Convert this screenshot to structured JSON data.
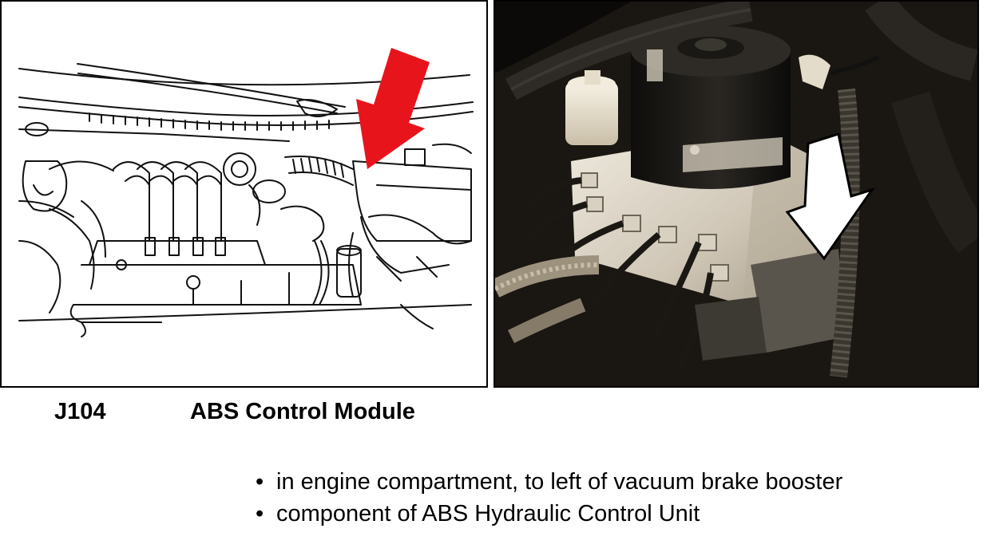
{
  "caption": {
    "code": "J104",
    "title": "ABS Control Module"
  },
  "bullets": [
    "in engine compartment, to left of vacuum brake booster",
    "component of ABS Hydraulic Control Unit"
  ],
  "colors": {
    "arrow_left": "#e8141c",
    "arrow_right": "#ffffff",
    "photo_background": "#1a1612"
  },
  "icons": [
    "engine-line-drawing",
    "abs-unit-photo",
    "red-arrow-icon",
    "white-arrow-icon"
  ]
}
